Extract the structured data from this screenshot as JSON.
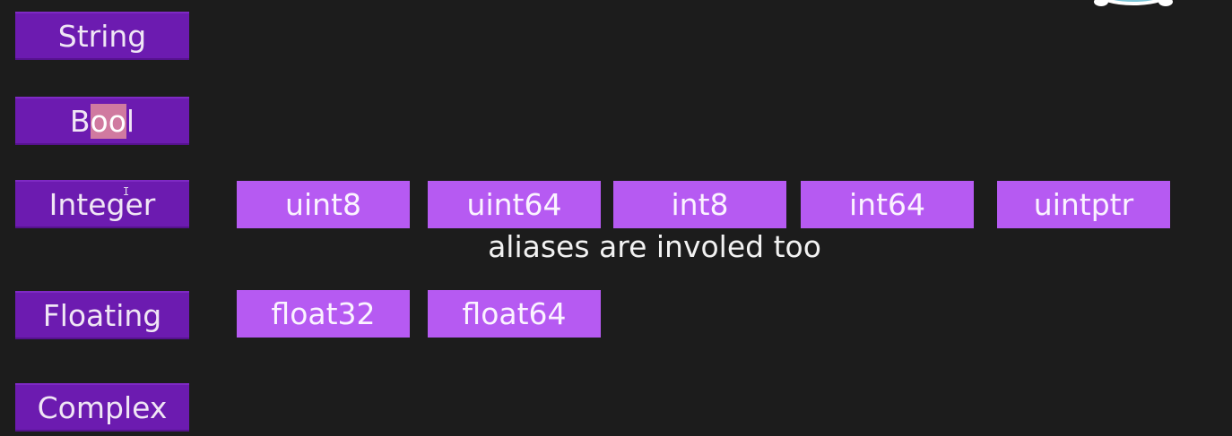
{
  "categories": {
    "string": "String",
    "bool_prefix": "B",
    "bool_highlight": "oo",
    "bool_suffix": "l",
    "integer": "Integer",
    "floating": "Floating",
    "complex": "Complex"
  },
  "integer_types": [
    "uint8",
    "uint64",
    "int8",
    "int64",
    "uintptr"
  ],
  "float_types": [
    "float32",
    "float64"
  ],
  "caption": "aliases are involed too",
  "colors": {
    "background": "#1c1c1c",
    "category_box": "#6c1bb0",
    "subtype_box": "#b65af2",
    "highlight": "#d07aa0"
  },
  "icons": {
    "logo": "mascot-logo-icon",
    "cursor": "text-cursor-icon"
  }
}
